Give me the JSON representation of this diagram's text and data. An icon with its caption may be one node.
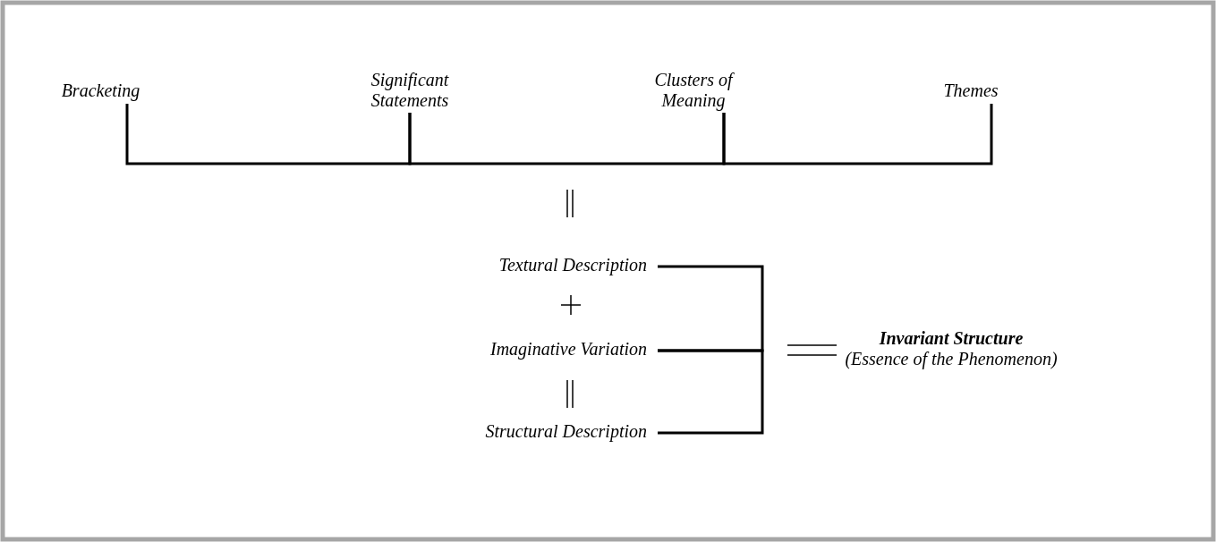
{
  "diagram": {
    "nodes": [
      {
        "text": [
          "Bracketing"
        ]
      },
      {
        "text": [
          "Significant Statements"
        ]
      },
      {
        "text": [
          "Clusters of Meaning"
        ]
      },
      {
        "text": [
          "Themes"
        ]
      },
      {
        "text": [
          "Textural Description"
        ]
      },
      {
        "text": [
          "Imaginative Variation"
        ]
      },
      {
        "text": [
          "Structural Description"
        ]
      },
      {
        "text": [
          "Invariant Structure",
          "(Essence of the Phenomenon)"
        ]
      }
    ],
    "edges": [
      {
        "from": 0,
        "to": 1,
        "arrow": "none"
      },
      {
        "from": 1,
        "to": 2,
        "arrow": "none"
      },
      {
        "from": 2,
        "to": 3,
        "arrow": "none"
      },
      {
        "from": 4,
        "to": 5,
        "arrow": "none"
      },
      {
        "from": 5,
        "to": 6,
        "arrow": "none"
      }
    ]
  }
}
